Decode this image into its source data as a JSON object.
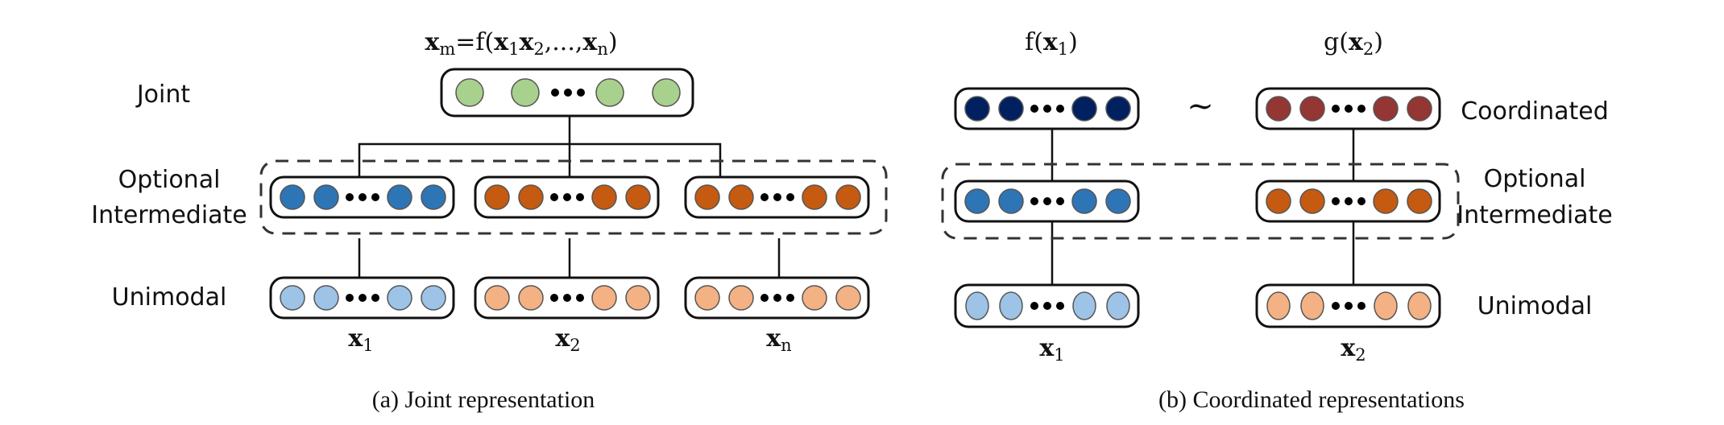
{
  "figure": {
    "panel_a": {
      "caption": "(a) Joint representation",
      "formula": {
        "parts": [
          {
            "t": "x",
            "bold": true
          },
          {
            "t": "m",
            "sub": true
          },
          {
            "t": "=f("
          },
          {
            "t": "x",
            "bold": true
          },
          {
            "t": "1",
            "sub": true
          },
          {
            "t": "x",
            "bold": true
          },
          {
            "t": "2",
            "sub": true
          },
          {
            "t": ",...,"
          },
          {
            "t": "x",
            "bold": true
          },
          {
            "t": "n",
            "sub": true
          },
          {
            "t": ")"
          }
        ]
      },
      "row_labels": {
        "joint": "Joint",
        "optional_line1": "Optional",
        "optional_line2": "Intermediate",
        "unimodal": "Unimodal"
      },
      "joint_layer": {
        "color": "#a9d18e"
      },
      "intermediate_layers": [
        {
          "color": "#2e75b6"
        },
        {
          "color": "#c55a11"
        },
        {
          "color": "#c55a11"
        }
      ],
      "unimodal_layers": [
        {
          "color": "#9dc3e6",
          "label": {
            "var": "x",
            "sub": "1"
          }
        },
        {
          "color": "#f4b183",
          "label": {
            "var": "x",
            "sub": "2"
          }
        },
        {
          "color": "#f4b183",
          "label": {
            "var": "x",
            "sub": "n"
          }
        }
      ]
    },
    "panel_b": {
      "caption": "(b) Coordinated representations",
      "top_labels": [
        {
          "fn": "f(",
          "var": "x",
          "sub": "1",
          "close": ")"
        },
        {
          "fn": "g(",
          "var": "x",
          "sub": "2",
          "close": ")"
        }
      ],
      "similarity_symbol": "~",
      "row_labels": {
        "coordinated": "Coordinated",
        "optional_line1": "Optional",
        "optional_line2": "Intermediate",
        "unimodal": "Unimodal"
      },
      "coordinated_layers": [
        {
          "color": "#002060"
        },
        {
          "color": "#943634"
        }
      ],
      "intermediate_layers": [
        {
          "color": "#2e75b6"
        },
        {
          "color": "#c55a11"
        }
      ],
      "unimodal_layers": [
        {
          "color": "#9dc3e6",
          "label": {
            "var": "x",
            "sub": "1"
          }
        },
        {
          "color": "#f4b183",
          "label": {
            "var": "x",
            "sub": "2"
          }
        }
      ]
    }
  }
}
